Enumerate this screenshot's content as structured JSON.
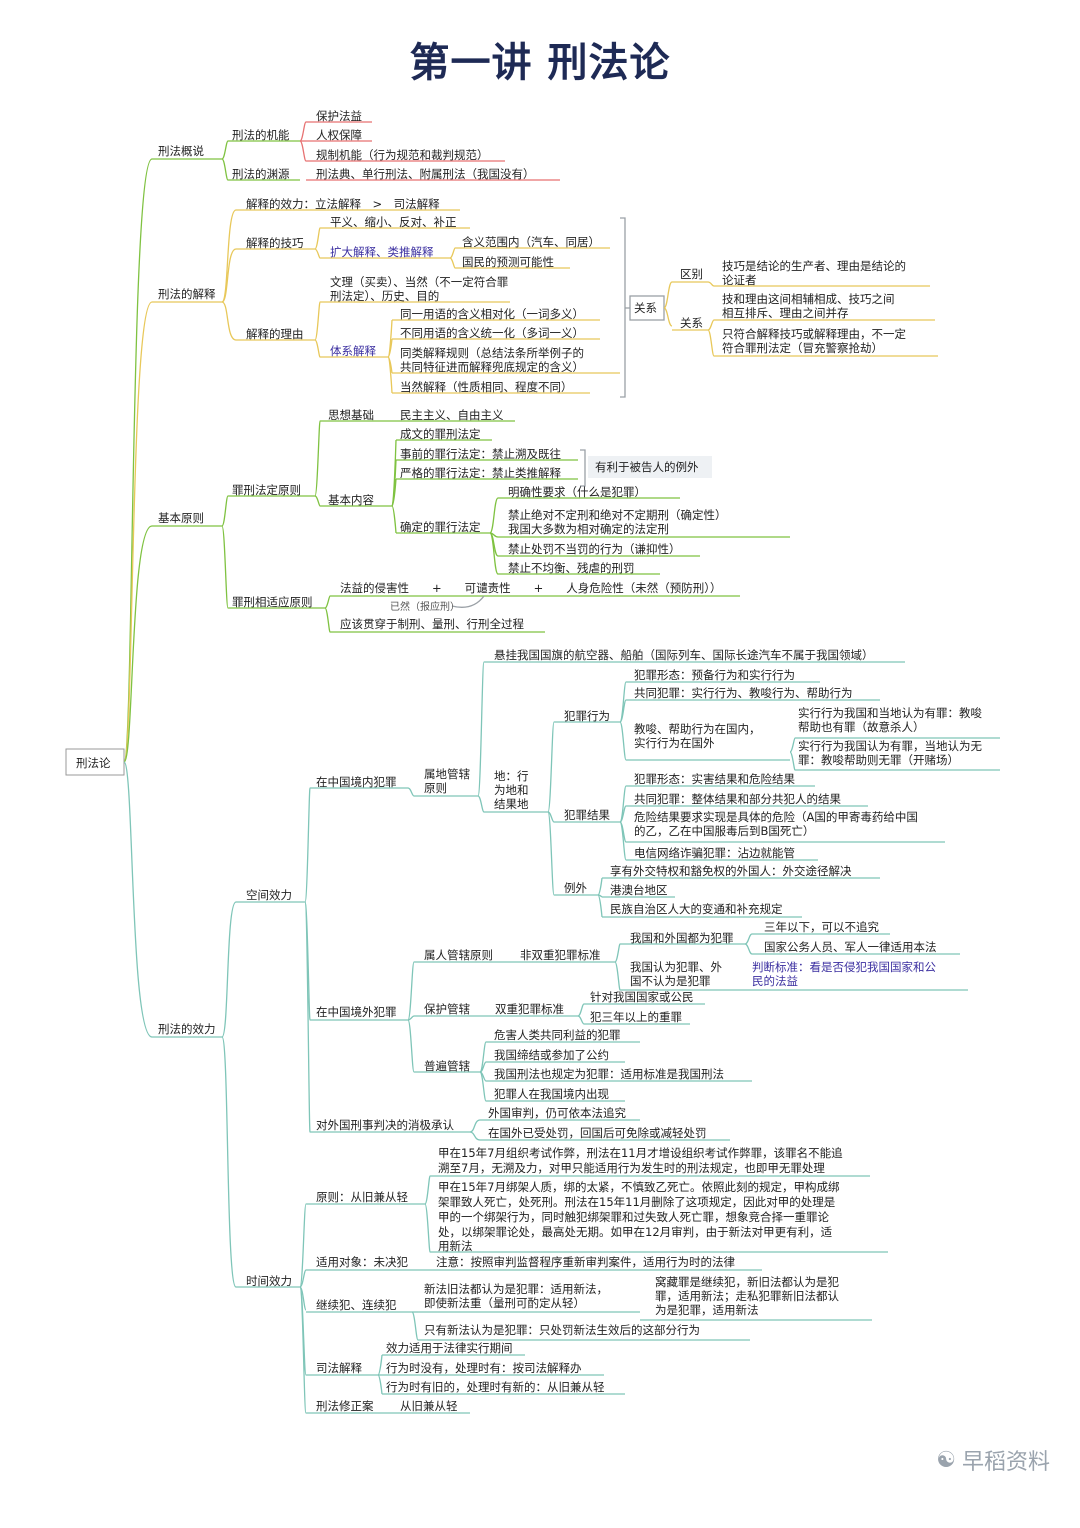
{
  "title": "第一讲 刑法论",
  "watermark": {
    "text": "早稻资料",
    "icon": "wechat-icon"
  },
  "colors": {
    "green": "#7fc241",
    "teal": "#7fc5b8",
    "yellow": "#e8c85a",
    "red": "#e77272",
    "blue": "#7aa6d6",
    "purple": "#3b2fa0",
    "gray": "#9aa0a6"
  },
  "nodes": {
    "root": "刑法论",
    "n1": "刑法概说",
    "n1a": "刑法的机能",
    "n1a1": "保护法益",
    "n1a2": "人权保障",
    "n1a3": "规制机能（行为规范和裁判规范）",
    "n1b": "刑法的渊源",
    "n1b1": "刑法典、单行刑法、附属刑法（我国没有）",
    "n2": "刑法的解释",
    "n2a": "解释的效力：立法解释　>　司法解释",
    "n2b": "解释的技巧",
    "n2b1": "平义、缩小、反对、补正",
    "n2b2": "扩大解释、类推解释",
    "n2b2a": "含义范围内（汽车、同居）",
    "n2b2b": "国民的预测可能性",
    "n2c": "解释的理由",
    "n2c1a": "文理（买卖）、当然（不一定符合罪",
    "n2c1b": "刑法定）、历史、目的",
    "n2c2": "体系解释",
    "n2c2a": "同一用语的含义相对化（一词多义）",
    "n2c2b": "不同用语的含义统一化（多词一义）",
    "n2c2c1": "同类解释规则（总结法条所举例子的",
    "n2c2c2": "共同特征进而解释兜底规定的含义）",
    "n2c2d": "当然解释（性质相同、程度不同）",
    "rel": "关系",
    "relA": "区别",
    "relA1a": "技巧是结论的生产者、理由是结论的",
    "relA1b": "论证者",
    "relB": "关系",
    "relB1a": "技和理由这间相辅相成、技巧之间",
    "relB1b": "相互排斥、理由之间并存",
    "relB2a": "只符合解释技巧或解释理由，不一定",
    "relB2b": "符合罪刑法定（冒充警察抢劫）",
    "n3": "基本原则",
    "n3a": "罪刑法定原则",
    "n3a1": "思想基础",
    "n3a1a": "民主主义、自由主义",
    "n3a2": "基本内容",
    "n3a2a": "成文的罪刑法定",
    "n3a2b": "事前的罪行法定：禁止溯及既往",
    "n3a2c": "严格的罪行法定：禁止类推解释",
    "n3ex": "有利于被告人的例外",
    "n3a2d": "确定的罪行法定",
    "n3a2d1": "明确性要求（什么是犯罪）",
    "n3a2d2a": "禁止绝对不定刑和绝对不定期刑（确定性）",
    "n3a2d2b": "我国大多数为相对确定的法定刑",
    "n3a2d3": "禁止处罚不当罚的行为（谦抑性）",
    "n3a2d4": "禁止不均衡、残虐的刑罚",
    "n3b": "罪刑相适应原则",
    "n3b1": "法益的侵害性　　+　　可谴责性　　+　　人身危险性（未然（预防刑））",
    "n3b1note": "已然（报应刑）",
    "n3b2": "应该贯穿于制刑、量刑、行刑全过程",
    "n4": "刑法的效力",
    "n4a": "空间效力",
    "n4a1": "在中国境内犯罪",
    "n4a1a1": "属地管辖",
    "n4a1a2": "原则",
    "n4a1b": "悬挂我国国旗的航空器、船舶（国际列车、国际长途汽车不属于我国领域）",
    "n4a1c1": "地：行",
    "n4a1c2": "为地和",
    "n4a1c3": "结果地",
    "n4act": "犯罪行为",
    "n4act1": "犯罪形态：预备行为和实行行为",
    "n4act2": "共同犯罪：实行行为、教唆行为、帮助行为",
    "n4act3a": "教唆、帮助行为在国内，",
    "n4act3b": "实行行为在国外",
    "n4act3x1": "实行行为我国和当地认为有罪：教唆",
    "n4act3x2": "帮助也有罪（故意杀人）",
    "n4act3y1": "实行行为我国认为有罪，当地认为无",
    "n4act3y2": "罪：教唆帮助则无罪（开赌场）",
    "n4res": "犯罪结果",
    "n4res1": "犯罪形态：实害结果和危险结果",
    "n4res2": "共同犯罪：整体结果和部分共犯人的结果",
    "n4res3a": "危险结果要求实现是具体的危险（A国的甲寄毒药给中国",
    "n4res3b": "的乙，乙在中国服毒后到B国死亡）",
    "n4res4": "电信网络诈骗犯罪：沾边就能管",
    "n4exc": "例外",
    "n4exc1": "享有外交特权和豁免权的外国人：外交途径解决",
    "n4exc2": "港澳台地区",
    "n4exc3": "民族自治区人大的变通和补充规定",
    "n4a2": "在中国境外犯罪",
    "n4per": "属人管辖原则",
    "n4per1": "非双重犯罪标准",
    "n4per1a": "我国和外国都为犯罪",
    "n4per1a1": "三年以下，可以不追究",
    "n4per1a2": "国家公务人员、军人一律适用本法",
    "n4per1b1": "我国认为犯罪、外",
    "n4per1b2": "国不认为是犯罪",
    "n4per1c1": "判断标准：看是否侵犯我国国家和公",
    "n4per1c2": "民的法益",
    "n4pro": "保护管辖",
    "n4pro1": "双重犯罪标准",
    "n4pro1a": "针对我国国家或公民",
    "n4pro1b": "犯三年以上的重罪",
    "n4uni": "普遍管辖",
    "n4uni1": "危害人类共同利益的犯罪",
    "n4uni2": "我国缔结或参加了公约",
    "n4uni3": "我国刑法也规定为犯罪：适用标准是我国刑法",
    "n4uni4": "犯罪人在我国境内出现",
    "n4a3": "对外国刑事判决的消极承认",
    "n4a3a": "外国审判，仍可依本法追究",
    "n4a3b": "在国外已受处罚，回国后可免除或减轻处罚",
    "n4b": "时间效力",
    "n4b1": "原则：从旧兼从轻",
    "n4b1a1": "甲在15年7月组织考试作弊，刑法在11月才增设组织考试作弊罪，该罪名不能追",
    "n4b1a2": "溯至7月，无溯及力，对甲只能适用行为发生时的刑法规定，也即甲无罪处理",
    "n4b1b1": "甲在15年7月绑架人质，绑的太紧，不慎致乙死亡。依照此刻的规定，甲构成绑",
    "n4b1b2": "架罪致人死亡，处死刑。刑法在15年11月删除了这项规定，因此对甲的处理是",
    "n4b1b3": "甲的一个绑架行为，同时触犯绑架罪和过失致人死亡罪，想象竞合择一重罪论",
    "n4b1b4": "处，以绑架罪论处，最高处无期。如甲在12月审判，由于新法对甲更有利，适",
    "n4b1b5": "用新法",
    "n4b2": "适用对象：未决犯",
    "n4b2a": "注意：按照审判监督程序重新审判案件，适用行为时的法律",
    "n4b3": "继续犯、连续犯",
    "n4b3a1": "新法旧法都认为是犯罪：适用新法，",
    "n4b3a2": "即使新法重（量刑可酌定从轻）",
    "n4b3b1": "窝藏罪是继续犯，新旧法都认为是犯",
    "n4b3b2": "罪，适用新法；走私犯罪新旧法都认",
    "n4b3b3": "为是犯罪，适用新法",
    "n4b3c": "只有新法认为是犯罪：只处罚新法生效后的这部分行为",
    "n4b4": "司法解释",
    "n4b4a": "效力适用于法律实行期间",
    "n4b4b": "行为时没有，处理时有：按司法解释办",
    "n4b4c": "行为时有旧的，处理时有新的：从旧兼从轻",
    "n4b5": "刑法修正案",
    "n4b5a": "从旧兼从轻"
  }
}
